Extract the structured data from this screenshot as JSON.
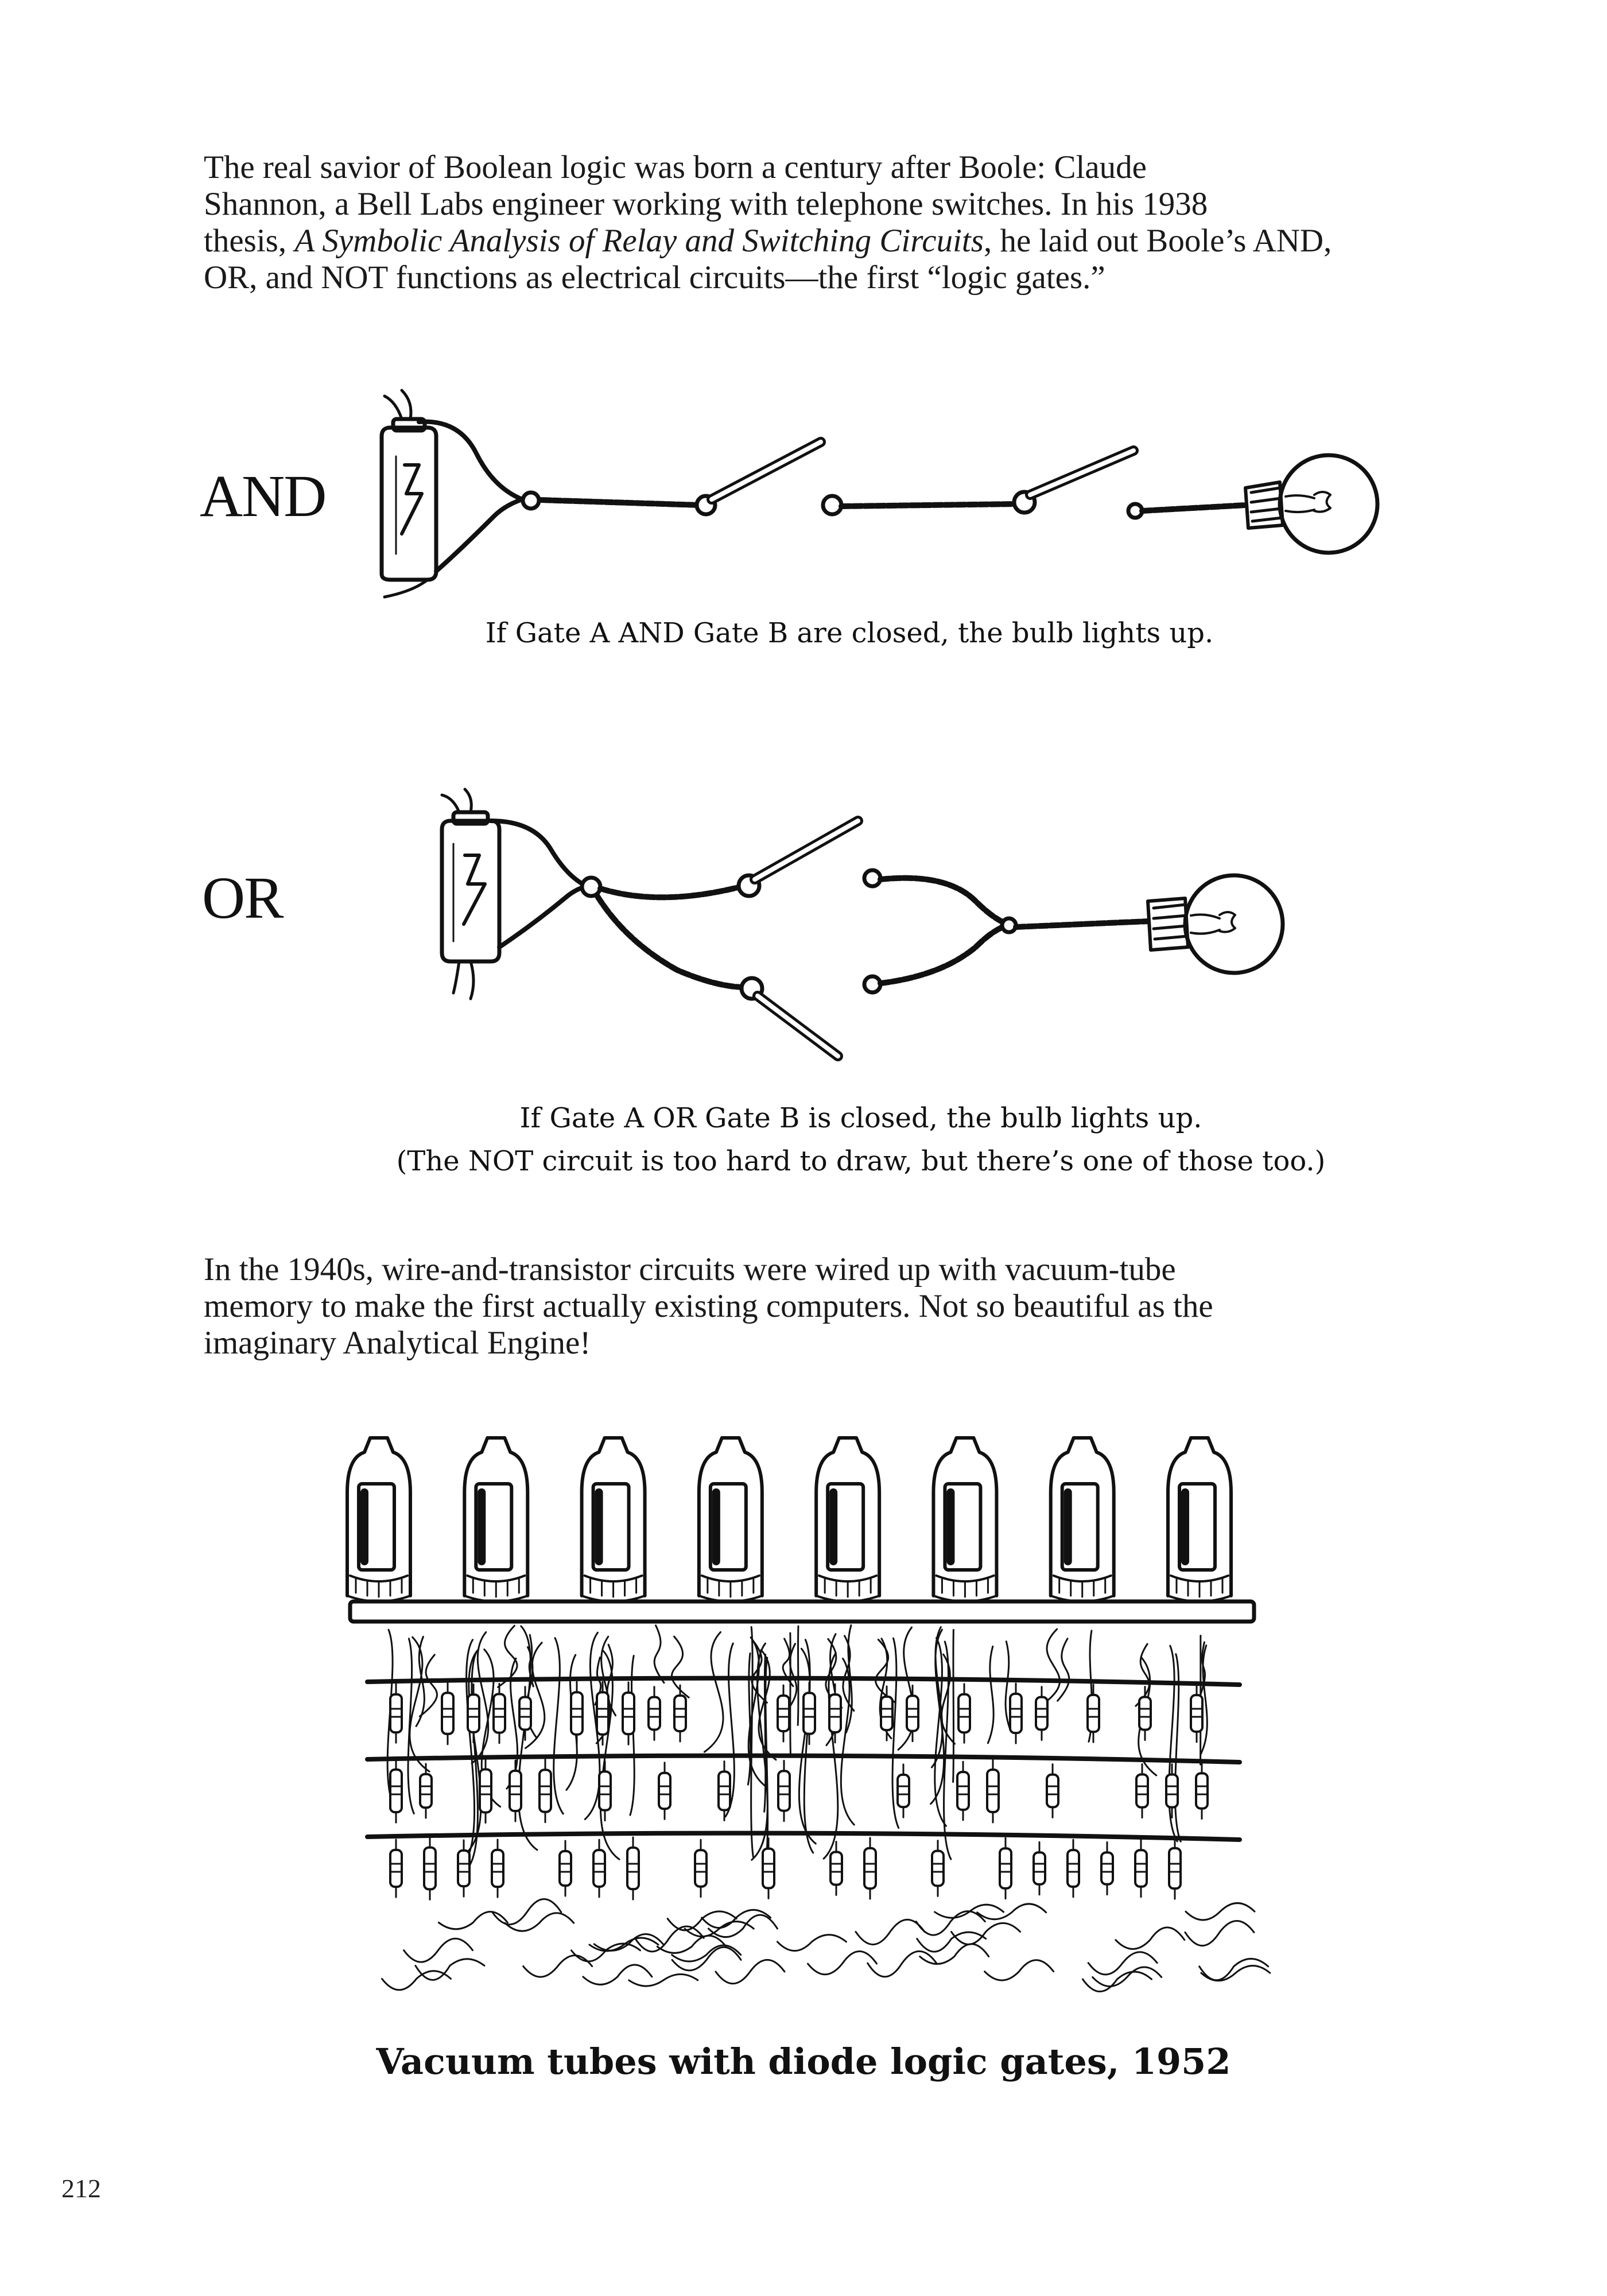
{
  "para1": {
    "line1": "The real savior of Boolean logic was born a century after Boole: Claude",
    "line2": "Shannon, a Bell Labs engineer working with telephone switches. In his 1938",
    "line3_pre": "thesis, ",
    "line3_italic": "A Symbolic Analysis of Relay and Switching Circuits",
    "line3_post": ", he laid out Boole’s AND,",
    "line4": "OR, and NOT functions as electrical circuits—the first “logic gates.”"
  },
  "and_gate": {
    "label": "AND",
    "caption": "If Gate A AND Gate B are closed, the bulb lights up."
  },
  "or_gate": {
    "label": "OR",
    "caption_line1": "If Gate A OR Gate B is closed, the bulb lights up.",
    "caption_line2": "(The NOT circuit is too hard to draw, but there’s one of those too.)"
  },
  "para2": {
    "line1": "In the 1940s, wire-and-transistor circuits were wired up with vacuum-tube",
    "line2": "memory to make the first actually existing computers. Not so beautiful as the",
    "line3": "imaginary Analytical Engine!"
  },
  "vacuum_figure": {
    "caption": "Vacuum tubes with diode logic gates, 1952",
    "tube_count": 8
  },
  "page_number": "212"
}
